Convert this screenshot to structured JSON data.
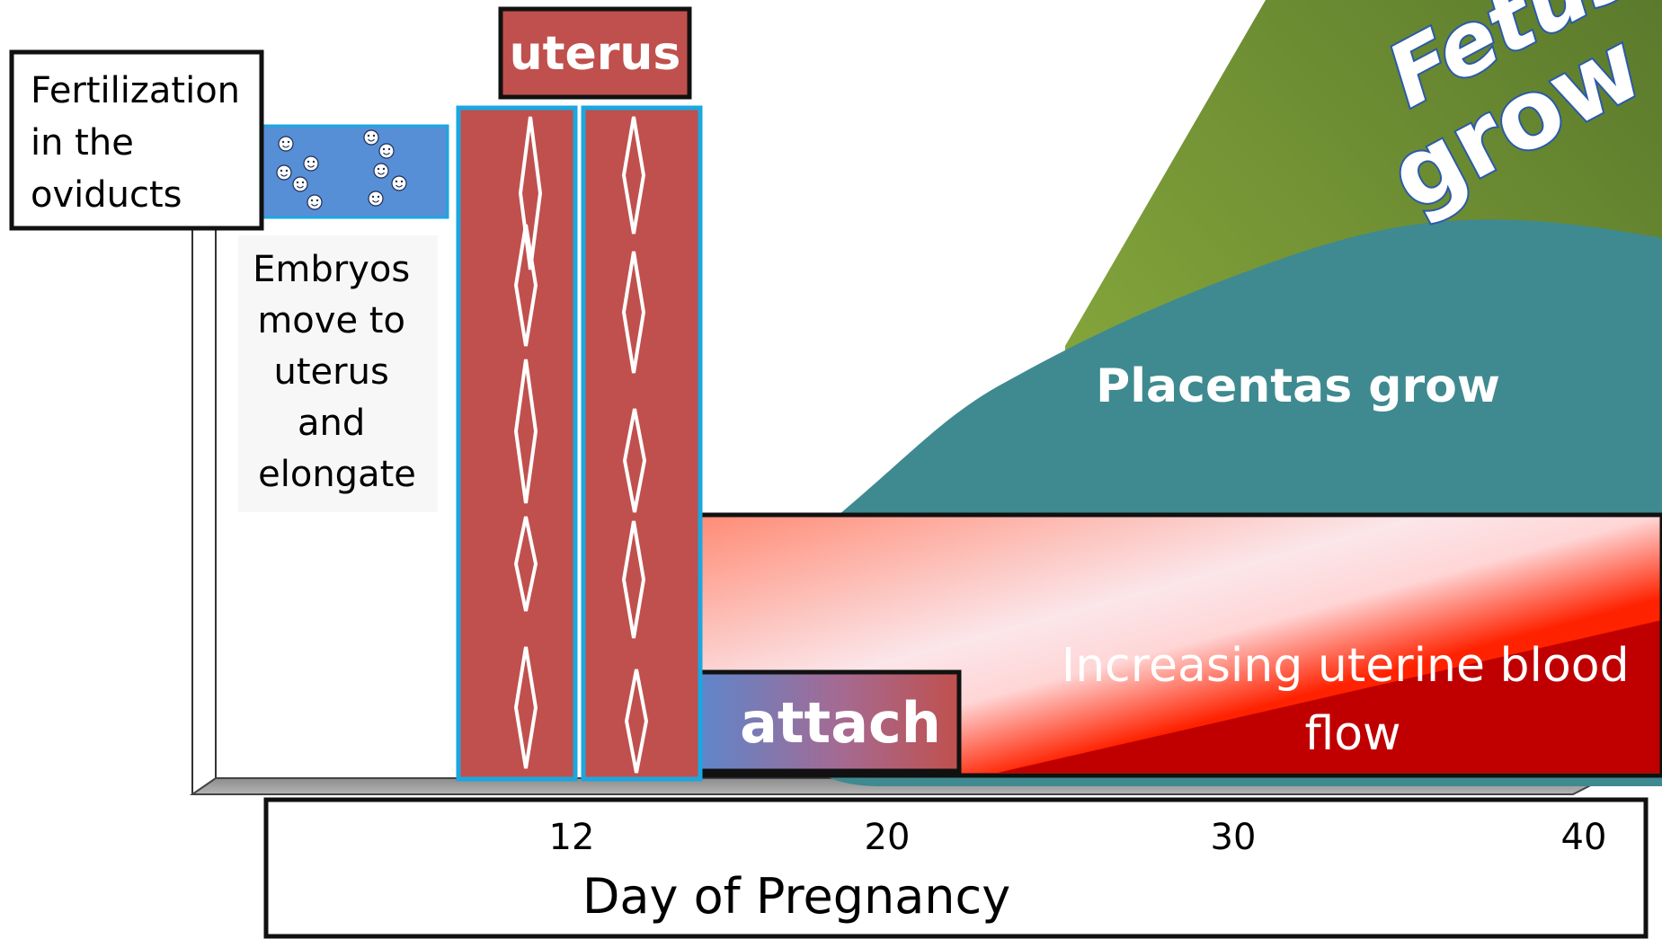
{
  "labels": {
    "fertilization": [
      "Fertilization",
      "in the",
      "oviducts"
    ],
    "embryos_move": [
      "Embryos",
      "move to",
      "uterus",
      "and",
      "elongate"
    ],
    "uterus": "uterus",
    "attach": "attach",
    "placentas": "Placentas grow",
    "blood_flow": [
      "Increasing uterine blood",
      "flow"
    ],
    "fetus_line1": "Fetus",
    "fetus_line2": "grow"
  },
  "axis": {
    "title": "Day of Pregnancy",
    "ticks": [
      "12",
      "20",
      "30",
      "40"
    ]
  },
  "colors": {
    "embryo_box": "#578fd6",
    "uterus_bar": "#c0504d",
    "uterus_border": "#1ba7e0",
    "placenta": "#3e8a90",
    "fetus_dark": "#5e7d2e",
    "fetus_light": "#7f9e3a",
    "blood_red": "#c00000",
    "blood_bright": "#ff3300",
    "attach_blue": "#5a86c8",
    "axis_floor": "#9a9a9a"
  },
  "icons": {
    "embryo": "smiley-face-icon",
    "elongated_embryo": "diamond-icon"
  }
}
